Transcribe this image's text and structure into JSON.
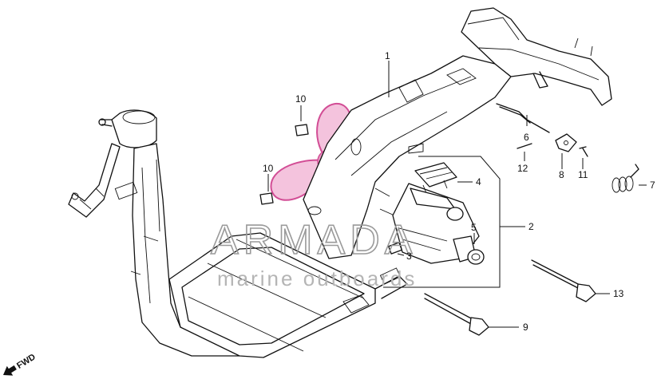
{
  "watermark": {
    "brand": "ARMADA",
    "tagline": "marine outboards",
    "colors": {
      "petal": "#e99bc4",
      "petal_dark": "#d24d95",
      "text": "#9a9a9a"
    }
  },
  "fwd_label": "FWD",
  "callouts": [
    {
      "id": "1",
      "label": "1"
    },
    {
      "id": "2",
      "label": "2"
    },
    {
      "id": "3",
      "label": "3"
    },
    {
      "id": "4",
      "label": "4"
    },
    {
      "id": "5",
      "label": "5"
    },
    {
      "id": "6",
      "label": "6"
    },
    {
      "id": "7",
      "label": "7"
    },
    {
      "id": "8",
      "label": "8"
    },
    {
      "id": "9",
      "label": "9"
    },
    {
      "id": "10a",
      "label": "10"
    },
    {
      "id": "10b",
      "label": "10"
    },
    {
      "id": "11",
      "label": "11"
    },
    {
      "id": "12",
      "label": "12"
    },
    {
      "id": "13",
      "label": "13"
    }
  ]
}
